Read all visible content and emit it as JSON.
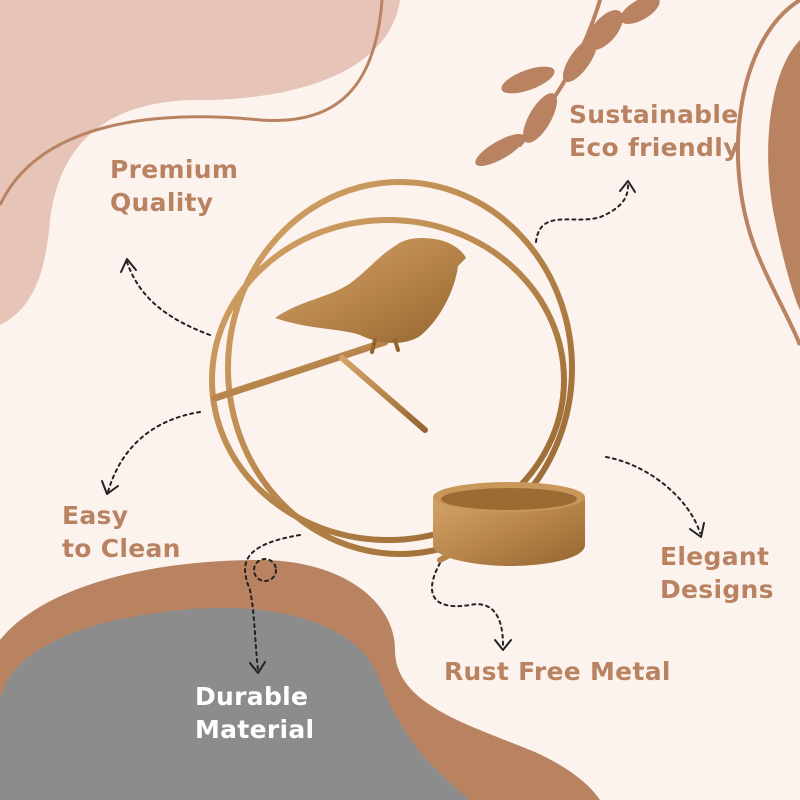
{
  "features": {
    "premium_quality": {
      "line1": "Premium",
      "line2": "Quality"
    },
    "sustainable": {
      "line1": "Sustainable",
      "line2": "Eco friendly"
    },
    "easy_to_clean": {
      "line1": "Easy",
      "line2": "to Clean"
    },
    "elegant_designs": {
      "line1": "Elegant",
      "line2": "Designs"
    },
    "rust_free": {
      "line1": "Rust Free Metal"
    },
    "durable_material": {
      "line1": "Durable",
      "line2": "Material"
    }
  },
  "colors": {
    "background": "#fcf3ef",
    "blob_pink": "#e6c5b8",
    "blob_brown": "#b98362",
    "blob_gray": "#8c8c8c",
    "text_brown": "#b98362",
    "text_white": "#ffffff",
    "gold": "#b8864c"
  },
  "icons": {
    "leaf_branch": "leaf-branch-icon",
    "product": "bird-tealight-holder"
  }
}
